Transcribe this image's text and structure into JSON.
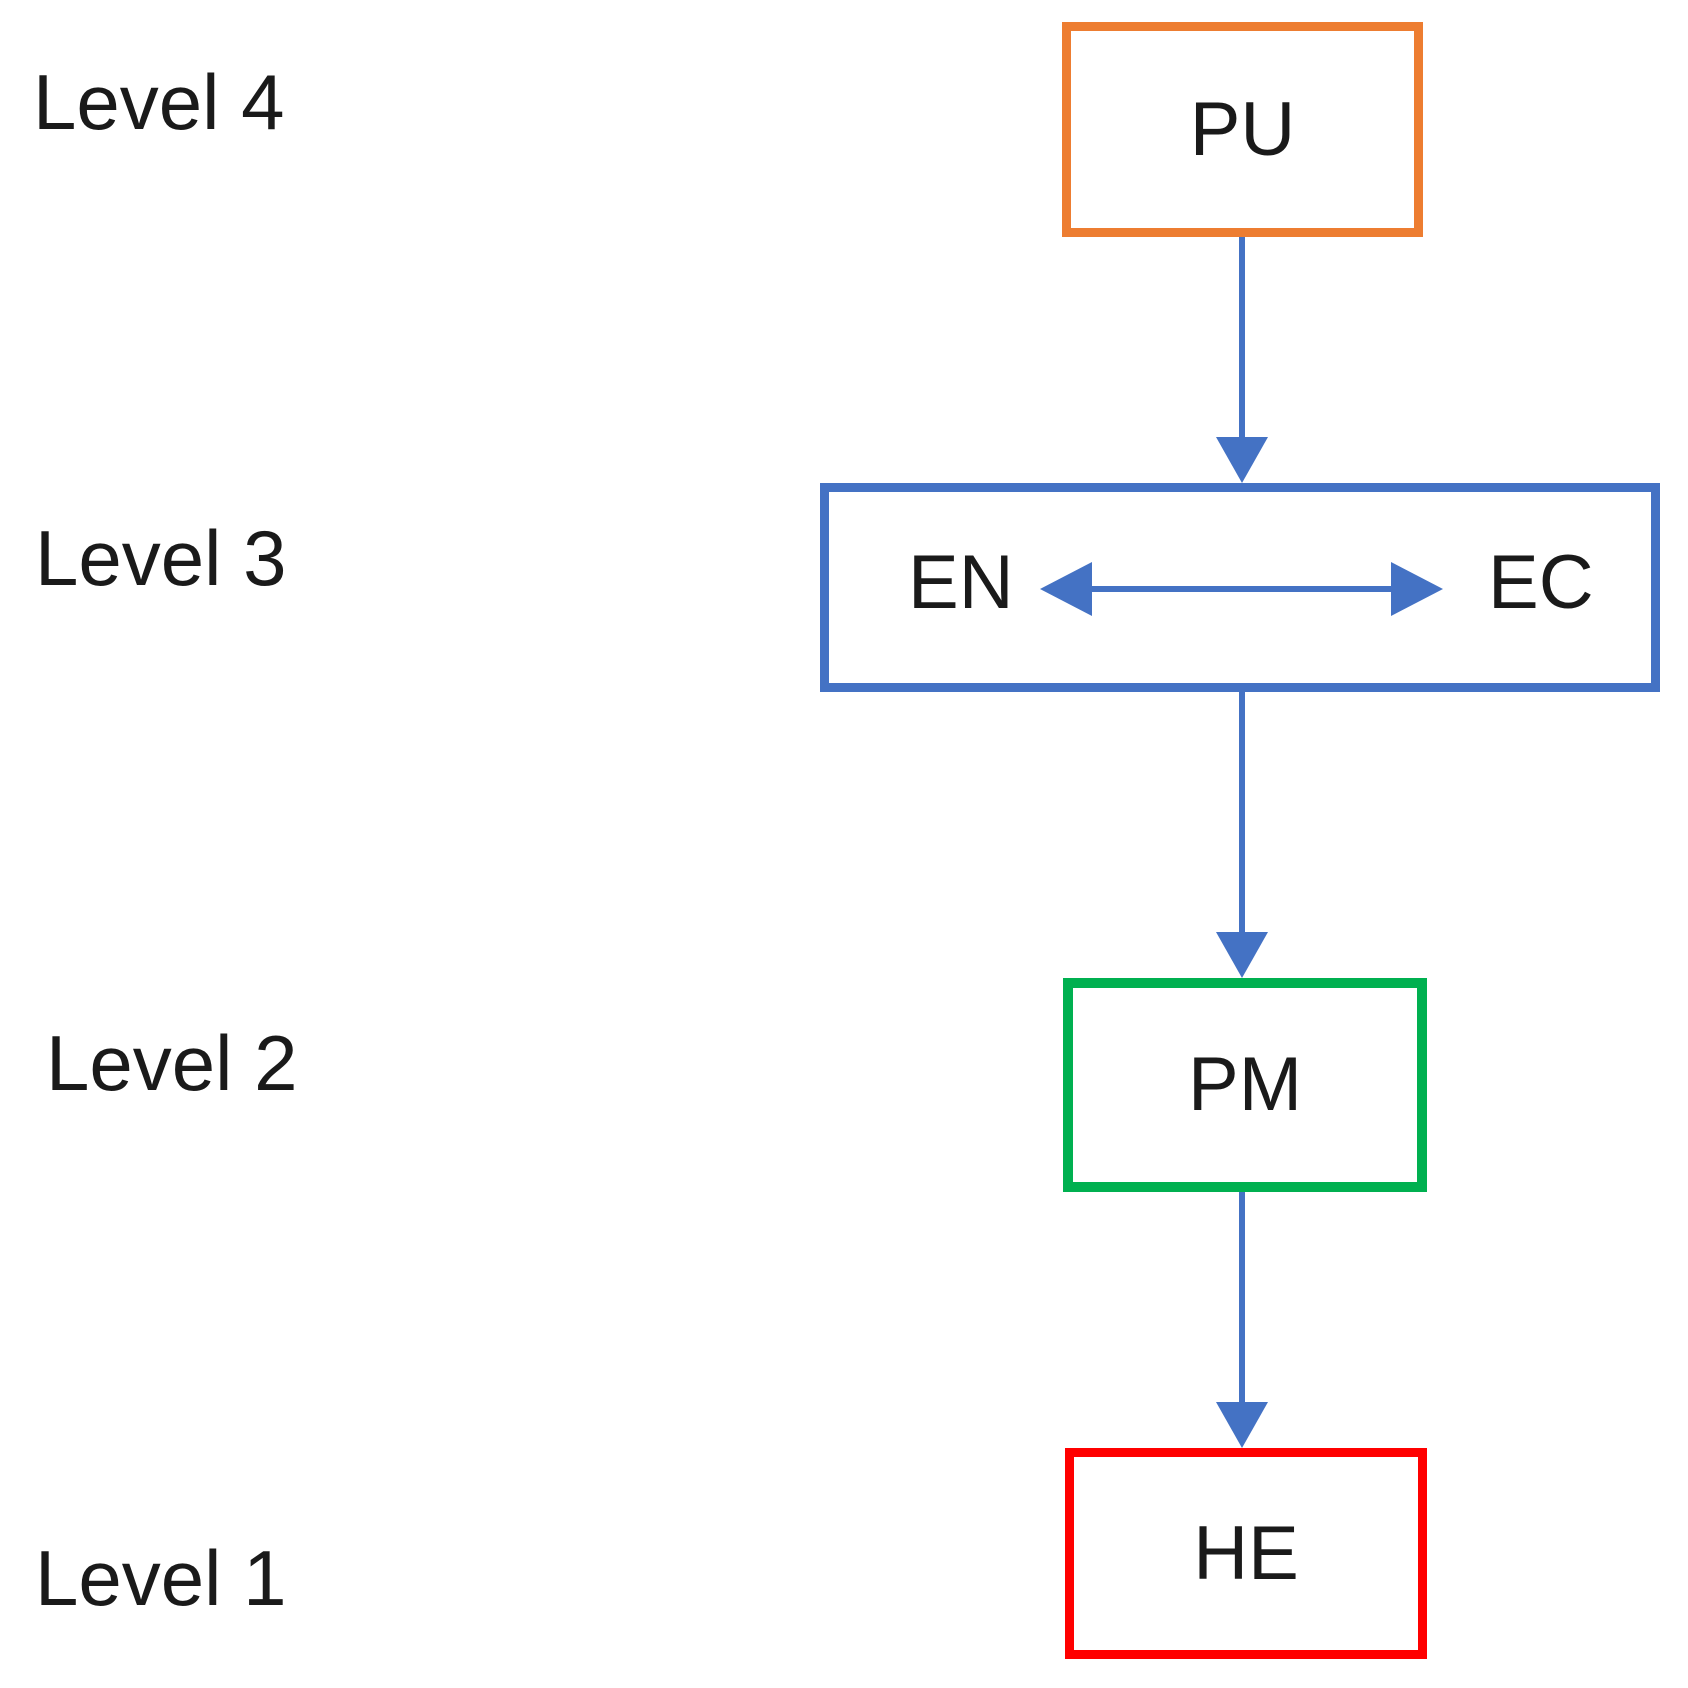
{
  "background_color": "#FFFFFF",
  "text_color": "#1A1A1A",
  "levels": {
    "level4": "Level 4",
    "level3": "Level 3",
    "level2": "Level 2",
    "level1": "Level 1"
  },
  "nodes": {
    "pu": {
      "label": "PU",
      "border_color": "#ED7D31",
      "level": "Level 4"
    },
    "level3_box": {
      "left": "EN",
      "right": "EC",
      "border_color": "#4472C4",
      "level": "Level 3"
    },
    "pm": {
      "label": "PM",
      "border_color": "#00B050",
      "level": "Level 2"
    },
    "he": {
      "label": "HE",
      "border_color": "#FF0000",
      "level": "Level 1"
    }
  },
  "connectors": {
    "color": "#4472C4",
    "edges": [
      {
        "from": "PU",
        "to": "EN/EC box",
        "style": "single-arrow-down"
      },
      {
        "from": "EN",
        "to": "EC",
        "style": "double-headed-horizontal"
      },
      {
        "from": "EN/EC box",
        "to": "PM",
        "style": "single-arrow-down"
      },
      {
        "from": "PM",
        "to": "HE",
        "style": "single-arrow-down"
      }
    ]
  }
}
